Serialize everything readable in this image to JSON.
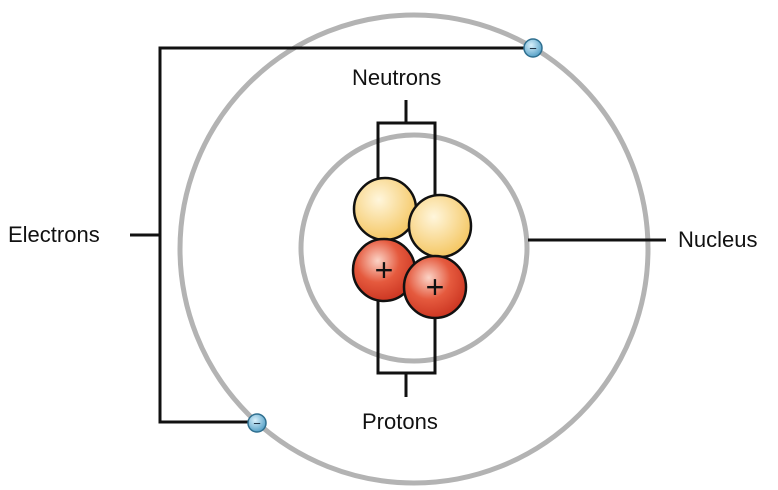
{
  "labels": {
    "electrons": "Electrons",
    "neutrons": "Neutrons",
    "protons": "Protons",
    "nucleus": "Nucleus"
  },
  "symbols": {
    "proton_charge": "+",
    "electron_charge": "−"
  },
  "colors": {
    "orbit": "#b3b3b3",
    "neutron": "#f7cf6f",
    "proton": "#d9432c",
    "electron": "#6fb4d6",
    "line": "#111111"
  }
}
